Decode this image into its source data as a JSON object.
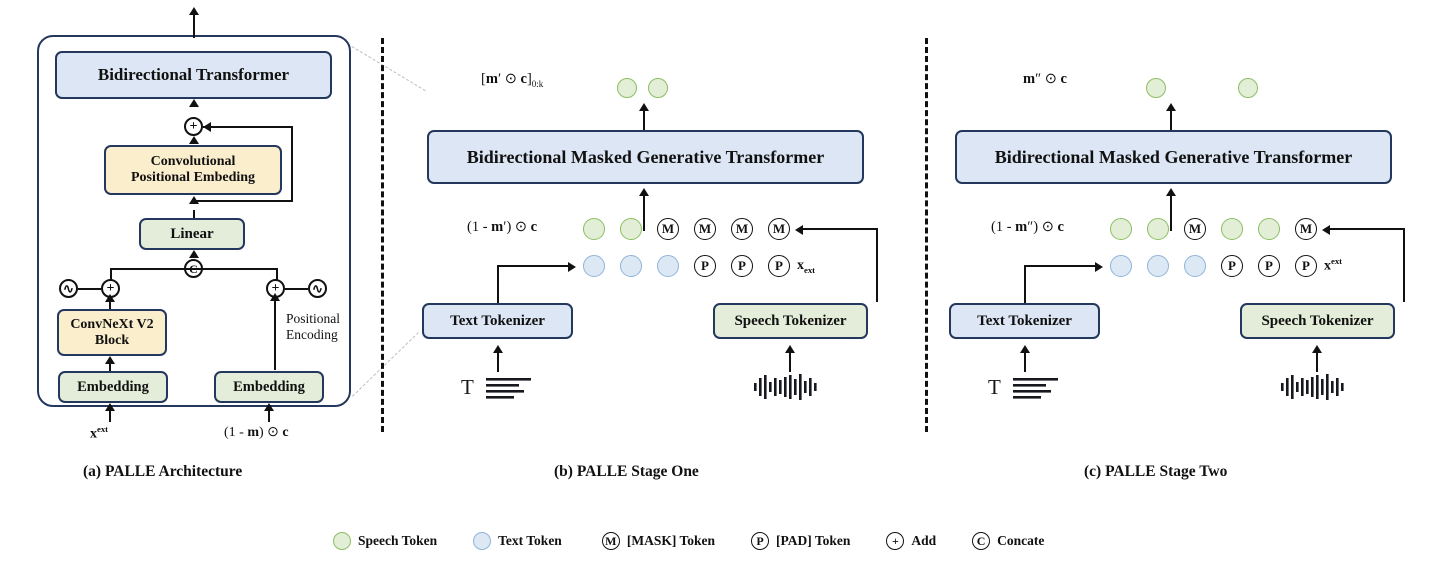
{
  "figure": {
    "title": "PALLE architecture and two-stage generation diagram",
    "colors": {
      "box_blue": "#dce6f4",
      "box_green": "#e3edd9",
      "box_yellow": "#fbeecd",
      "box_border": "#24385e",
      "speech_token_fill": "#e2eed6",
      "speech_token_border": "#8cbf63",
      "text_token_fill": "#dde8f5",
      "text_token_border": "#8fb4d9",
      "line": "#111111",
      "zoom_guide": "#bfbfbf"
    }
  },
  "panel_a": {
    "caption": "(a)  PALLE Architecture",
    "transformer": "Bidirectional Transformer",
    "conv_pos_embedding": "Convolutional\nPositional Embeding",
    "conv_pos_embedding_line1": "Convolutional",
    "conv_pos_embedding_line2": "Positional Embeding",
    "linear": "Linear",
    "convnext_line1": "ConvNeXt V2",
    "convnext_line2": "Block",
    "embedding_left": "Embedding",
    "embedding_right": "Embedding",
    "positional_encoding_line1": "Positional",
    "positional_encoding_line2": "Encoding",
    "input_left": "x^ext",
    "input_right": "(1 - m) ⊙ c",
    "concat_symbol": "C",
    "add_symbol": "+",
    "sine_symbol": "∿"
  },
  "panel_b": {
    "caption": "(b)  PALLE Stage One",
    "transformer": "Bidirectional Masked Generative Transformer",
    "output_label": "[m' ⊙ c]_{0:k}",
    "input_label": "(1 - m') ⊙ c",
    "ext_label": "x_ext",
    "text_tokenizer": "Text Tokenizer",
    "speech_tokenizer": "Speech Tokenizer",
    "output_tokens": [
      "speech",
      "speech"
    ],
    "row_top_tokens": [
      "speech",
      "speech",
      "mask",
      "mask",
      "mask",
      "mask"
    ],
    "row_bottom_tokens": [
      "text",
      "text",
      "text",
      "pad",
      "pad",
      "pad"
    ],
    "text_icon": "text-document-icon",
    "audio_icon": "audio-waveform-icon"
  },
  "panel_c": {
    "caption": "(c)  PALLE Stage Two",
    "transformer": "Bidirectional Masked Generative Transformer",
    "output_label": "m'' ⊙ c",
    "input_label": "(1 - m'') ⊙ c",
    "ext_label": "x^ext",
    "text_tokenizer": "Text Tokenizer",
    "speech_tokenizer": "Speech Tokenizer",
    "output_tokens": [
      "speech",
      "speech"
    ],
    "row_top_tokens": [
      "speech",
      "speech",
      "mask",
      "speech",
      "speech",
      "mask"
    ],
    "row_bottom_tokens": [
      "text",
      "text",
      "text",
      "pad",
      "pad",
      "pad"
    ],
    "text_icon": "text-document-icon",
    "audio_icon": "audio-waveform-icon"
  },
  "legend": {
    "items": [
      {
        "kind": "speech",
        "glyph": "",
        "label": "Speech Token"
      },
      {
        "kind": "text",
        "glyph": "",
        "label": "Text Token"
      },
      {
        "kind": "glyph",
        "glyph": "M",
        "label": "[MASK] Token"
      },
      {
        "kind": "glyph",
        "glyph": "P",
        "label": "[PAD] Token"
      },
      {
        "kind": "glyph",
        "glyph": "+",
        "label": "Add"
      },
      {
        "kind": "glyph",
        "glyph": "C",
        "label": "Concate"
      }
    ]
  }
}
